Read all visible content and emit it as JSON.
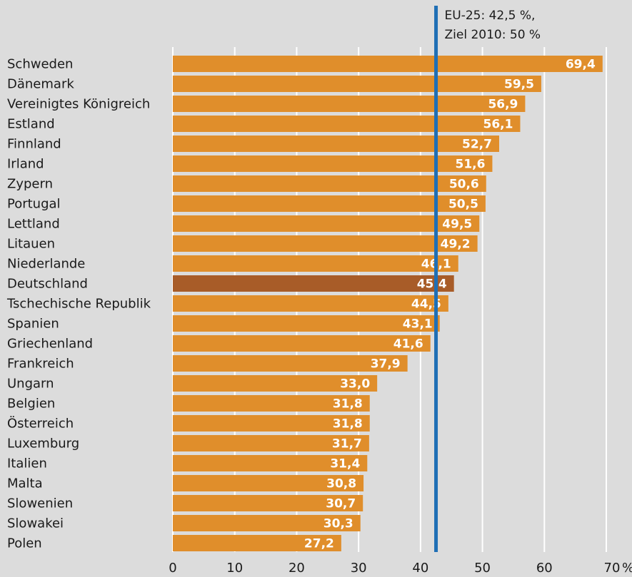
{
  "chart_data": {
    "type": "bar",
    "orientation": "horizontal",
    "title_partial": "… ng … … g pp …",
    "categories": [
      "Schweden",
      "Dänemark",
      "Vereinigtes Königreich",
      "Estland",
      "Finnland",
      "Irland",
      "Zypern",
      "Portugal",
      "Lettland",
      "Litauen",
      "Niederlande",
      "Deutschland",
      "Tschechische Republik",
      "Spanien",
      "Griechenland",
      "Frankreich",
      "Ungarn",
      "Belgien",
      "Österreich",
      "Luxemburg",
      "Italien",
      "Malta",
      "Slowenien",
      "Slowakei",
      "Polen"
    ],
    "values": [
      69.4,
      59.5,
      56.9,
      56.1,
      52.7,
      51.6,
      50.6,
      50.5,
      49.5,
      49.2,
      46.1,
      45.4,
      44.5,
      43.1,
      41.6,
      37.9,
      33.0,
      31.8,
      31.8,
      31.7,
      31.4,
      30.8,
      30.7,
      30.3,
      27.2
    ],
    "value_labels": [
      "69,4",
      "59,5",
      "56,9",
      "56,1",
      "52,7",
      "51,6",
      "50,6",
      "50,5",
      "49,5",
      "49,2",
      "46,1",
      "45,4",
      "44,5",
      "43,1",
      "41,6",
      "37,9",
      "33,0",
      "31,8",
      "31,8",
      "31,7",
      "31,4",
      "30,8",
      "30,7",
      "30,3",
      "27,2"
    ],
    "highlight_category": "Deutschland",
    "xlim": [
      0,
      70
    ],
    "xticks": [
      0,
      10,
      20,
      30,
      40,
      50,
      60,
      70
    ],
    "xtick_labels": [
      "0",
      "10",
      "20",
      "30",
      "40",
      "50",
      "60",
      "70"
    ],
    "x_unit": "%",
    "grid": true,
    "reference_line": {
      "value": 42.5,
      "label_lines": [
        "EU-25: 42,5 %,",
        "Ziel 2010: 50 %"
      ]
    },
    "colors": {
      "bar": "#e08e2b",
      "bar_highlight": "#a85c28",
      "reference_line": "#1f6fb5",
      "background": "#dcdcdc",
      "grid": "#ffffff"
    }
  }
}
